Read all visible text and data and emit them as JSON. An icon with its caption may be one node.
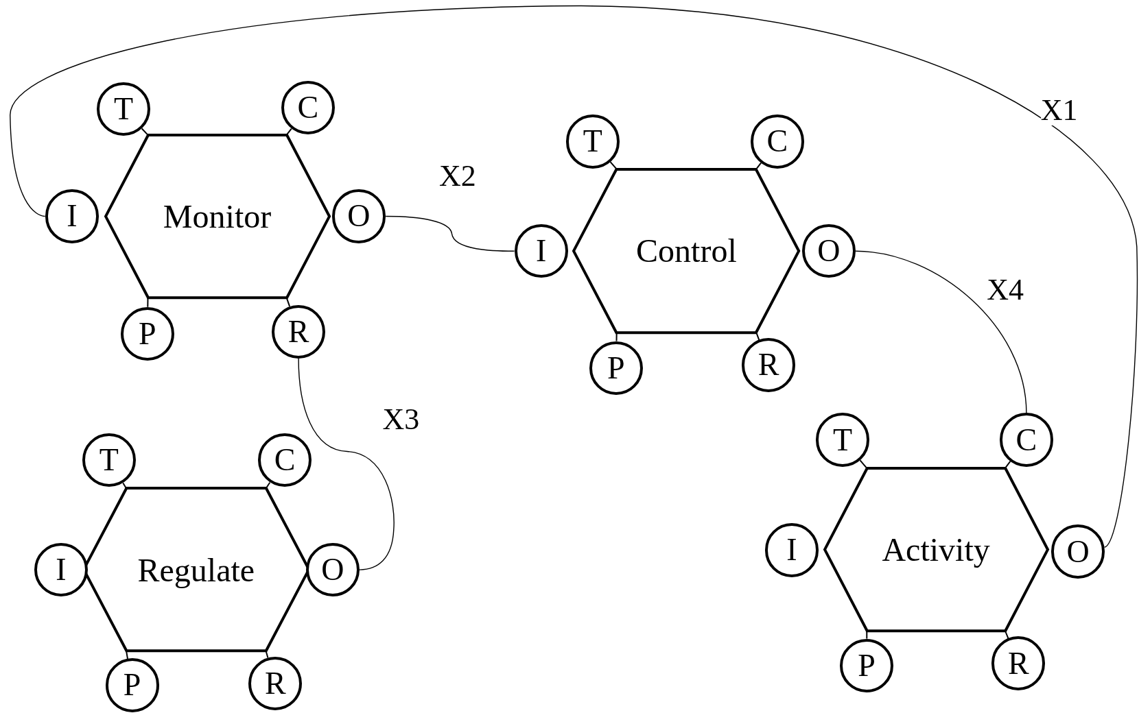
{
  "diagram": {
    "nodes": [
      {
        "text": [
          "Monitor"
        ]
      },
      {
        "text": [
          "T"
        ]
      },
      {
        "text": [
          "C"
        ]
      },
      {
        "text": [
          "I"
        ]
      },
      {
        "text": [
          "O"
        ]
      },
      {
        "text": [
          "P"
        ]
      },
      {
        "text": [
          "R"
        ]
      },
      {
        "text": [
          "Control"
        ]
      },
      {
        "text": [
          "T"
        ]
      },
      {
        "text": [
          "C"
        ]
      },
      {
        "text": [
          "I"
        ]
      },
      {
        "text": [
          "O"
        ]
      },
      {
        "text": [
          "P"
        ]
      },
      {
        "text": [
          "R"
        ]
      },
      {
        "text": [
          "Regulate"
        ]
      },
      {
        "text": [
          "T"
        ]
      },
      {
        "text": [
          "C"
        ]
      },
      {
        "text": [
          "I"
        ]
      },
      {
        "text": [
          "O"
        ]
      },
      {
        "text": [
          "P"
        ]
      },
      {
        "text": [
          "R"
        ]
      },
      {
        "text": [
          "Activity"
        ]
      },
      {
        "text": [
          "T"
        ]
      },
      {
        "text": [
          "C"
        ]
      },
      {
        "text": [
          "I"
        ]
      },
      {
        "text": [
          "O"
        ]
      },
      {
        "text": [
          "P"
        ]
      },
      {
        "text": [
          "R"
        ]
      }
    ],
    "edges": [
      {
        "from": 25,
        "to": 3,
        "arrow": "none",
        "label": "X1"
      },
      {
        "from": 4,
        "to": 10,
        "arrow": "none",
        "label": "X2"
      },
      {
        "from": 6,
        "to": 18,
        "arrow": "none",
        "label": "X3"
      },
      {
        "from": 11,
        "to": 23,
        "arrow": "none",
        "label": "X4"
      },
      {
        "from": 1,
        "to": 0,
        "arrow": "none"
      },
      {
        "from": 2,
        "to": 0,
        "arrow": "none"
      },
      {
        "from": 5,
        "to": 0,
        "arrow": "none"
      },
      {
        "from": 6,
        "to": 0,
        "arrow": "none"
      },
      {
        "from": 8,
        "to": 7,
        "arrow": "none"
      },
      {
        "from": 9,
        "to": 7,
        "arrow": "none"
      },
      {
        "from": 12,
        "to": 7,
        "arrow": "none"
      },
      {
        "from": 13,
        "to": 7,
        "arrow": "none"
      },
      {
        "from": 15,
        "to": 14,
        "arrow": "none"
      },
      {
        "from": 16,
        "to": 14,
        "arrow": "none"
      },
      {
        "from": 19,
        "to": 14,
        "arrow": "none"
      },
      {
        "from": 20,
        "to": 14,
        "arrow": "none"
      },
      {
        "from": 22,
        "to": 21,
        "arrow": "none"
      },
      {
        "from": 23,
        "to": 21,
        "arrow": "none"
      },
      {
        "from": 26,
        "to": 21,
        "arrow": "none"
      },
      {
        "from": 27,
        "to": 21,
        "arrow": "none"
      }
    ]
  }
}
